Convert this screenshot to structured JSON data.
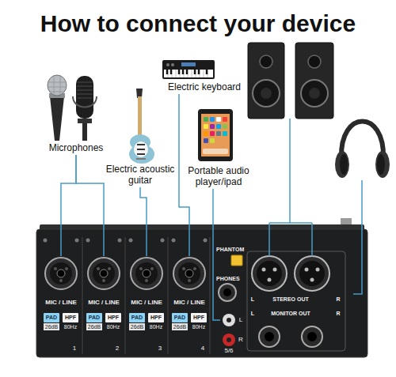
{
  "diagram": {
    "title": "How to connect your device",
    "nodes": [
      {
        "text": [
          "Microphones"
        ]
      },
      {
        "text": [
          "Electric acoustic guitar"
        ]
      },
      {
        "text": [
          "Electric keyboard"
        ]
      },
      {
        "text": [
          "Portable audio player/ipad"
        ]
      },
      {
        "text": [
          "MIC / LINE",
          "PAD",
          "26dB",
          "HPF",
          "80Hz",
          "1"
        ]
      },
      {
        "text": [
          "MIC / LINE",
          "PAD",
          "26dB",
          "HPF",
          "80Hz",
          "2"
        ]
      },
      {
        "text": [
          "MIC / LINE",
          "PAD",
          "26dB",
          "HPF",
          "80Hz",
          "3"
        ]
      },
      {
        "text": [
          "MIC / LINE",
          "PAD",
          "26dB",
          "HPF",
          "80Hz",
          "4"
        ]
      },
      {
        "text": [
          "L",
          "R",
          "5/6"
        ]
      }
    ],
    "edges": [
      {
        "from": 0,
        "to": 4,
        "arrow": "none"
      },
      {
        "from": 0,
        "to": 5,
        "arrow": "none"
      },
      {
        "from": 1,
        "to": 6,
        "arrow": "none"
      },
      {
        "from": 2,
        "to": 7,
        "arrow": "none"
      },
      {
        "from": 3,
        "to": 8,
        "arrow": "none"
      }
    ],
    "labels": [
      "PHANTOM",
      "PHONES",
      "L",
      "STEREO OUT",
      "R",
      "L",
      "MONITOR OUT",
      "R"
    ]
  }
}
